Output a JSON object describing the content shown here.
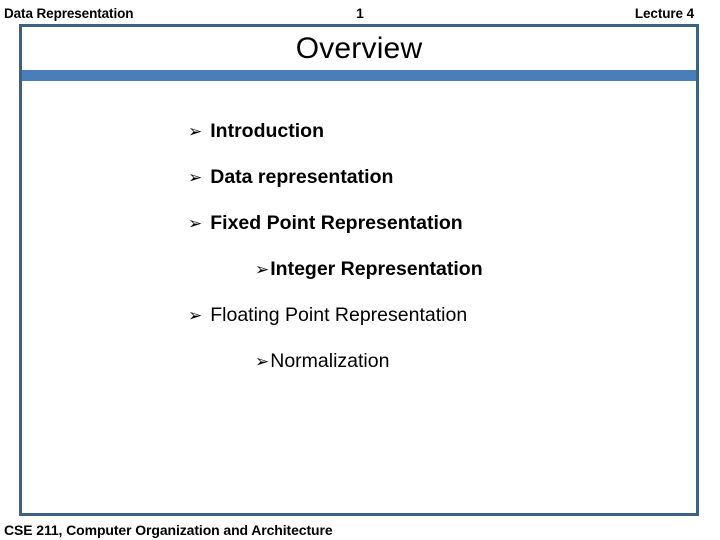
{
  "header": {
    "left_label": "Data Representation",
    "slide_number": "1",
    "right_label": "Lecture 4"
  },
  "title": {
    "text": "Overview"
  },
  "colors": {
    "frame_border": "#3d6184",
    "title_bar": "#4a7ebb",
    "background": "#ffffff",
    "text": "#000000"
  },
  "bullets": [
    {
      "glyph": "➢",
      "text": "Introduction",
      "level": 1,
      "bold": true
    },
    {
      "glyph": "➢",
      "text": "Data representation",
      "level": 1,
      "bold": true
    },
    {
      "glyph": "➢",
      "text": "Fixed Point Representation",
      "level": 1,
      "bold": true
    },
    {
      "glyph": "➢",
      "text": "Integer Representation",
      "level": 2,
      "bold": true
    },
    {
      "glyph": "➢",
      "text": "Floating Point Representation",
      "level": 1,
      "bold": false
    },
    {
      "glyph": "➢",
      "text": "Normalization",
      "level": 2,
      "bold": false
    }
  ],
  "footer": {
    "text": "CSE 211, Computer Organization and Architecture"
  }
}
